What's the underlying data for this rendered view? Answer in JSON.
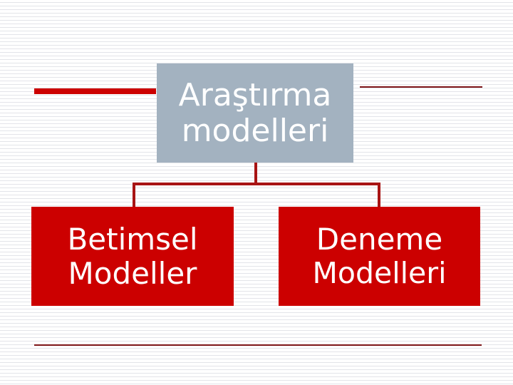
{
  "slide": {
    "type": "concept-diagram",
    "language": "tr",
    "background_color": "#ffffff",
    "texture": "faint horizontal ruled lines"
  },
  "decor": {
    "thick_rule_left": "",
    "thin_rule_right": "",
    "bottom_rule": "",
    "accent_red": "#cc0000",
    "dark_red": "#7d1518",
    "connector_red": "#a81414",
    "title_gray": "#a3b2c0"
  },
  "diagram": {
    "root": {
      "id": "arastirma-modelleri",
      "line1": "Araştırma",
      "line2": "modelleri",
      "fill_color": "#a3b2c0",
      "text_color": "#ffffff"
    },
    "children": [
      {
        "id": "betimsel-modeller",
        "line1": "Betimsel",
        "line2": "Modeller",
        "fill_color": "#cc0000",
        "text_color": "#ffffff"
      },
      {
        "id": "deneme-modelleri",
        "line1": "Deneme",
        "line2": "Modelleri",
        "fill_color": "#cc0000",
        "text_color": "#ffffff"
      }
    ]
  }
}
